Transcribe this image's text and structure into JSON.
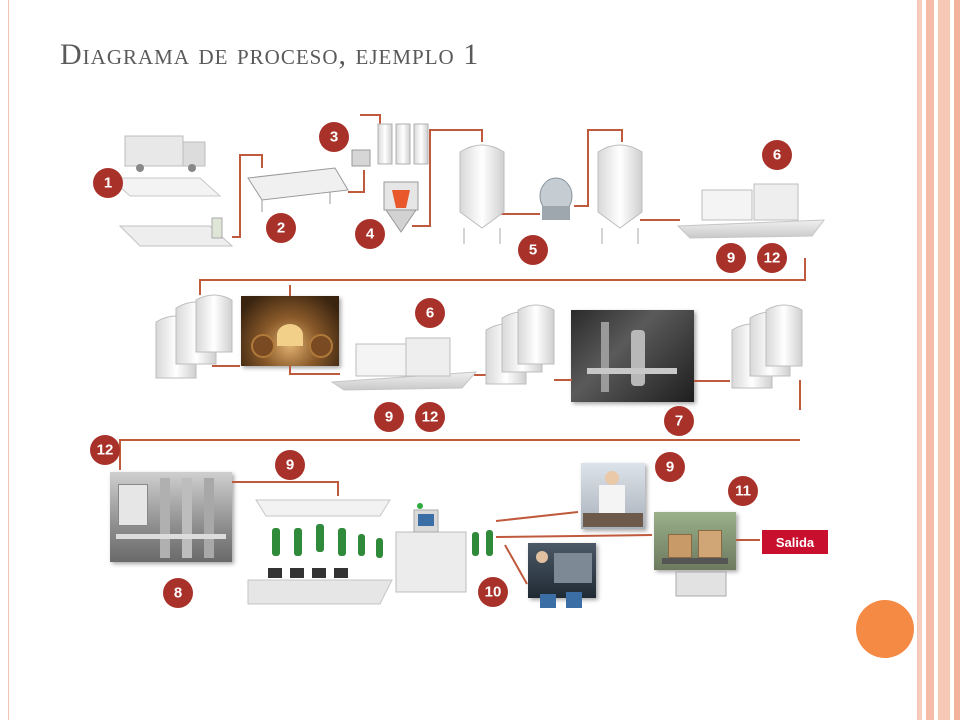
{
  "slide": {
    "title": "Diagrama de proceso, ejemplo 1",
    "accent_color": "#a8322a",
    "line_color": "#c05a3c",
    "decor_color": "#f58a45"
  },
  "diagram": {
    "badges": [
      "1",
      "2",
      "3",
      "4",
      "5",
      "6",
      "9",
      "12",
      "6",
      "9",
      "12",
      "7",
      "12",
      "9",
      "8",
      "9",
      "11",
      "10"
    ],
    "output_label": "Salida"
  }
}
